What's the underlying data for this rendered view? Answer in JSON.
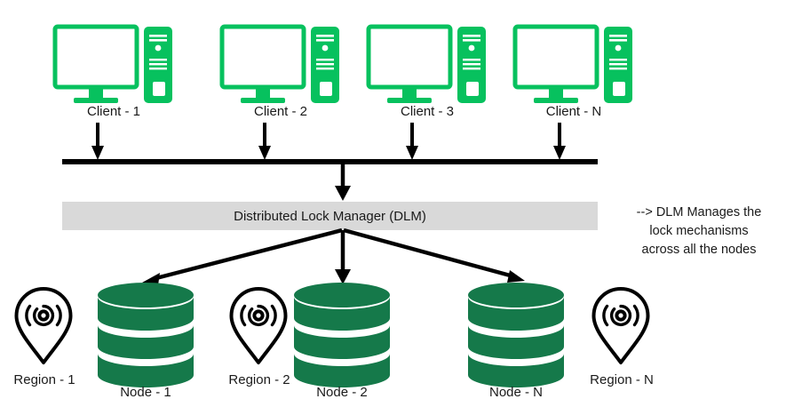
{
  "diagram": {
    "title_text": "Distributed Lock Manager (DLM)",
    "colors": {
      "client_green": "#07c15e",
      "node_green": "#15794a",
      "bar_gray": "#d9d9d9",
      "line_black": "#000000",
      "text_black": "#1a1a1a",
      "white": "#ffffff"
    },
    "clients": [
      {
        "label": "Client - 1",
        "icon": "desktop-computer-icon"
      },
      {
        "label": "Client - 2",
        "icon": "desktop-computer-icon"
      },
      {
        "label": "Client - 3",
        "icon": "desktop-computer-icon"
      },
      {
        "label": "Client - N",
        "icon": "desktop-computer-icon"
      }
    ],
    "bus": {
      "name": "client-bus-line",
      "arrow_count": 4,
      "downlink_arrow": "bus-to-dlm-arrow"
    },
    "dlm": {
      "label": "Distributed Lock Manager (DLM)",
      "fan_out_arrows": 3
    },
    "annotation": {
      "line1": "--> DLM Manages the",
      "line2": "lock mechanisms",
      "line3": "across all the nodes",
      "full": "--> DLM Manages the lock mechanisms across all the nodes"
    },
    "nodes": [
      {
        "label": "Node - 1",
        "icon": "database-cylinder-icon"
      },
      {
        "label": "Node - 2",
        "icon": "database-cylinder-icon"
      },
      {
        "label": "Node - N",
        "icon": "database-cylinder-icon"
      }
    ],
    "regions": [
      {
        "label": "Region - 1",
        "icon": "map-pin-signal-icon"
      },
      {
        "label": "Region - 2",
        "icon": "map-pin-signal-icon"
      },
      {
        "label": "Region - N",
        "icon": "map-pin-signal-icon"
      }
    ]
  }
}
